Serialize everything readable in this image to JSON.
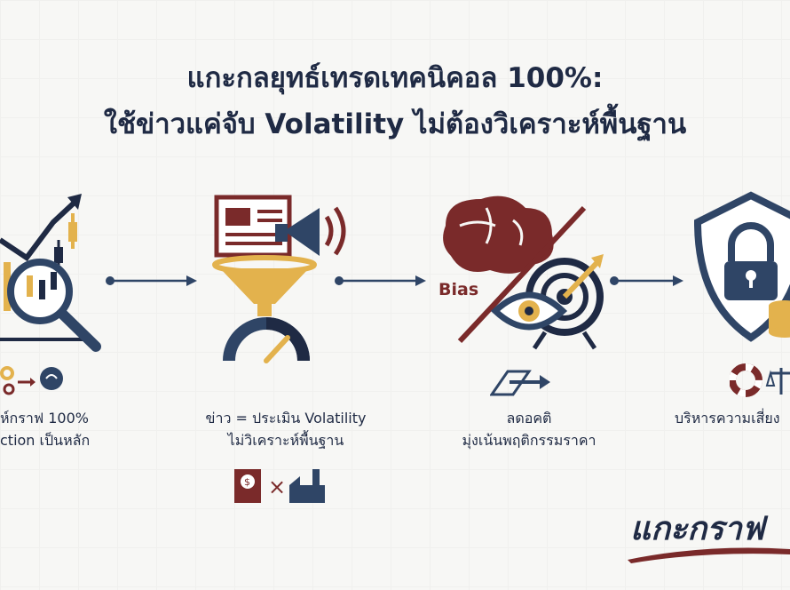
{
  "title": {
    "line1": "แกะกลยุทธ์เทรดเทคนิคอล 100%:",
    "line2": "ใช้ข่าวแค่จับ Volatility ไม่ต้องวิเคราะห์พื้นฐาน"
  },
  "steps": [
    {
      "caption_line1": "ห์กราฟ 100%",
      "caption_line2": "ction เป็นหลัก",
      "icon": "chart-magnifier-icon"
    },
    {
      "caption_line1": "ข่าว = ประเมิน Volatility",
      "caption_line2": "ไม่วิเคราะห์พื้นฐาน",
      "icon": "news-filter-gauge-icon"
    },
    {
      "caption_line1": "ลดอคติ",
      "caption_line2": "มุ่งเน้นพฤติกรรมราคา",
      "icon": "bias-brain-target-icon",
      "bias_label": "Bias"
    },
    {
      "caption_line1": "บริหารความเสี่ยง",
      "caption_line2": "",
      "icon": "shield-lock-icon"
    }
  ],
  "brand": "แกะกราฟ",
  "colors": {
    "navy": "#2f4566",
    "maroon": "#7a2a2a",
    "gold": "#e3b24d",
    "dark": "#1f2a44"
  }
}
